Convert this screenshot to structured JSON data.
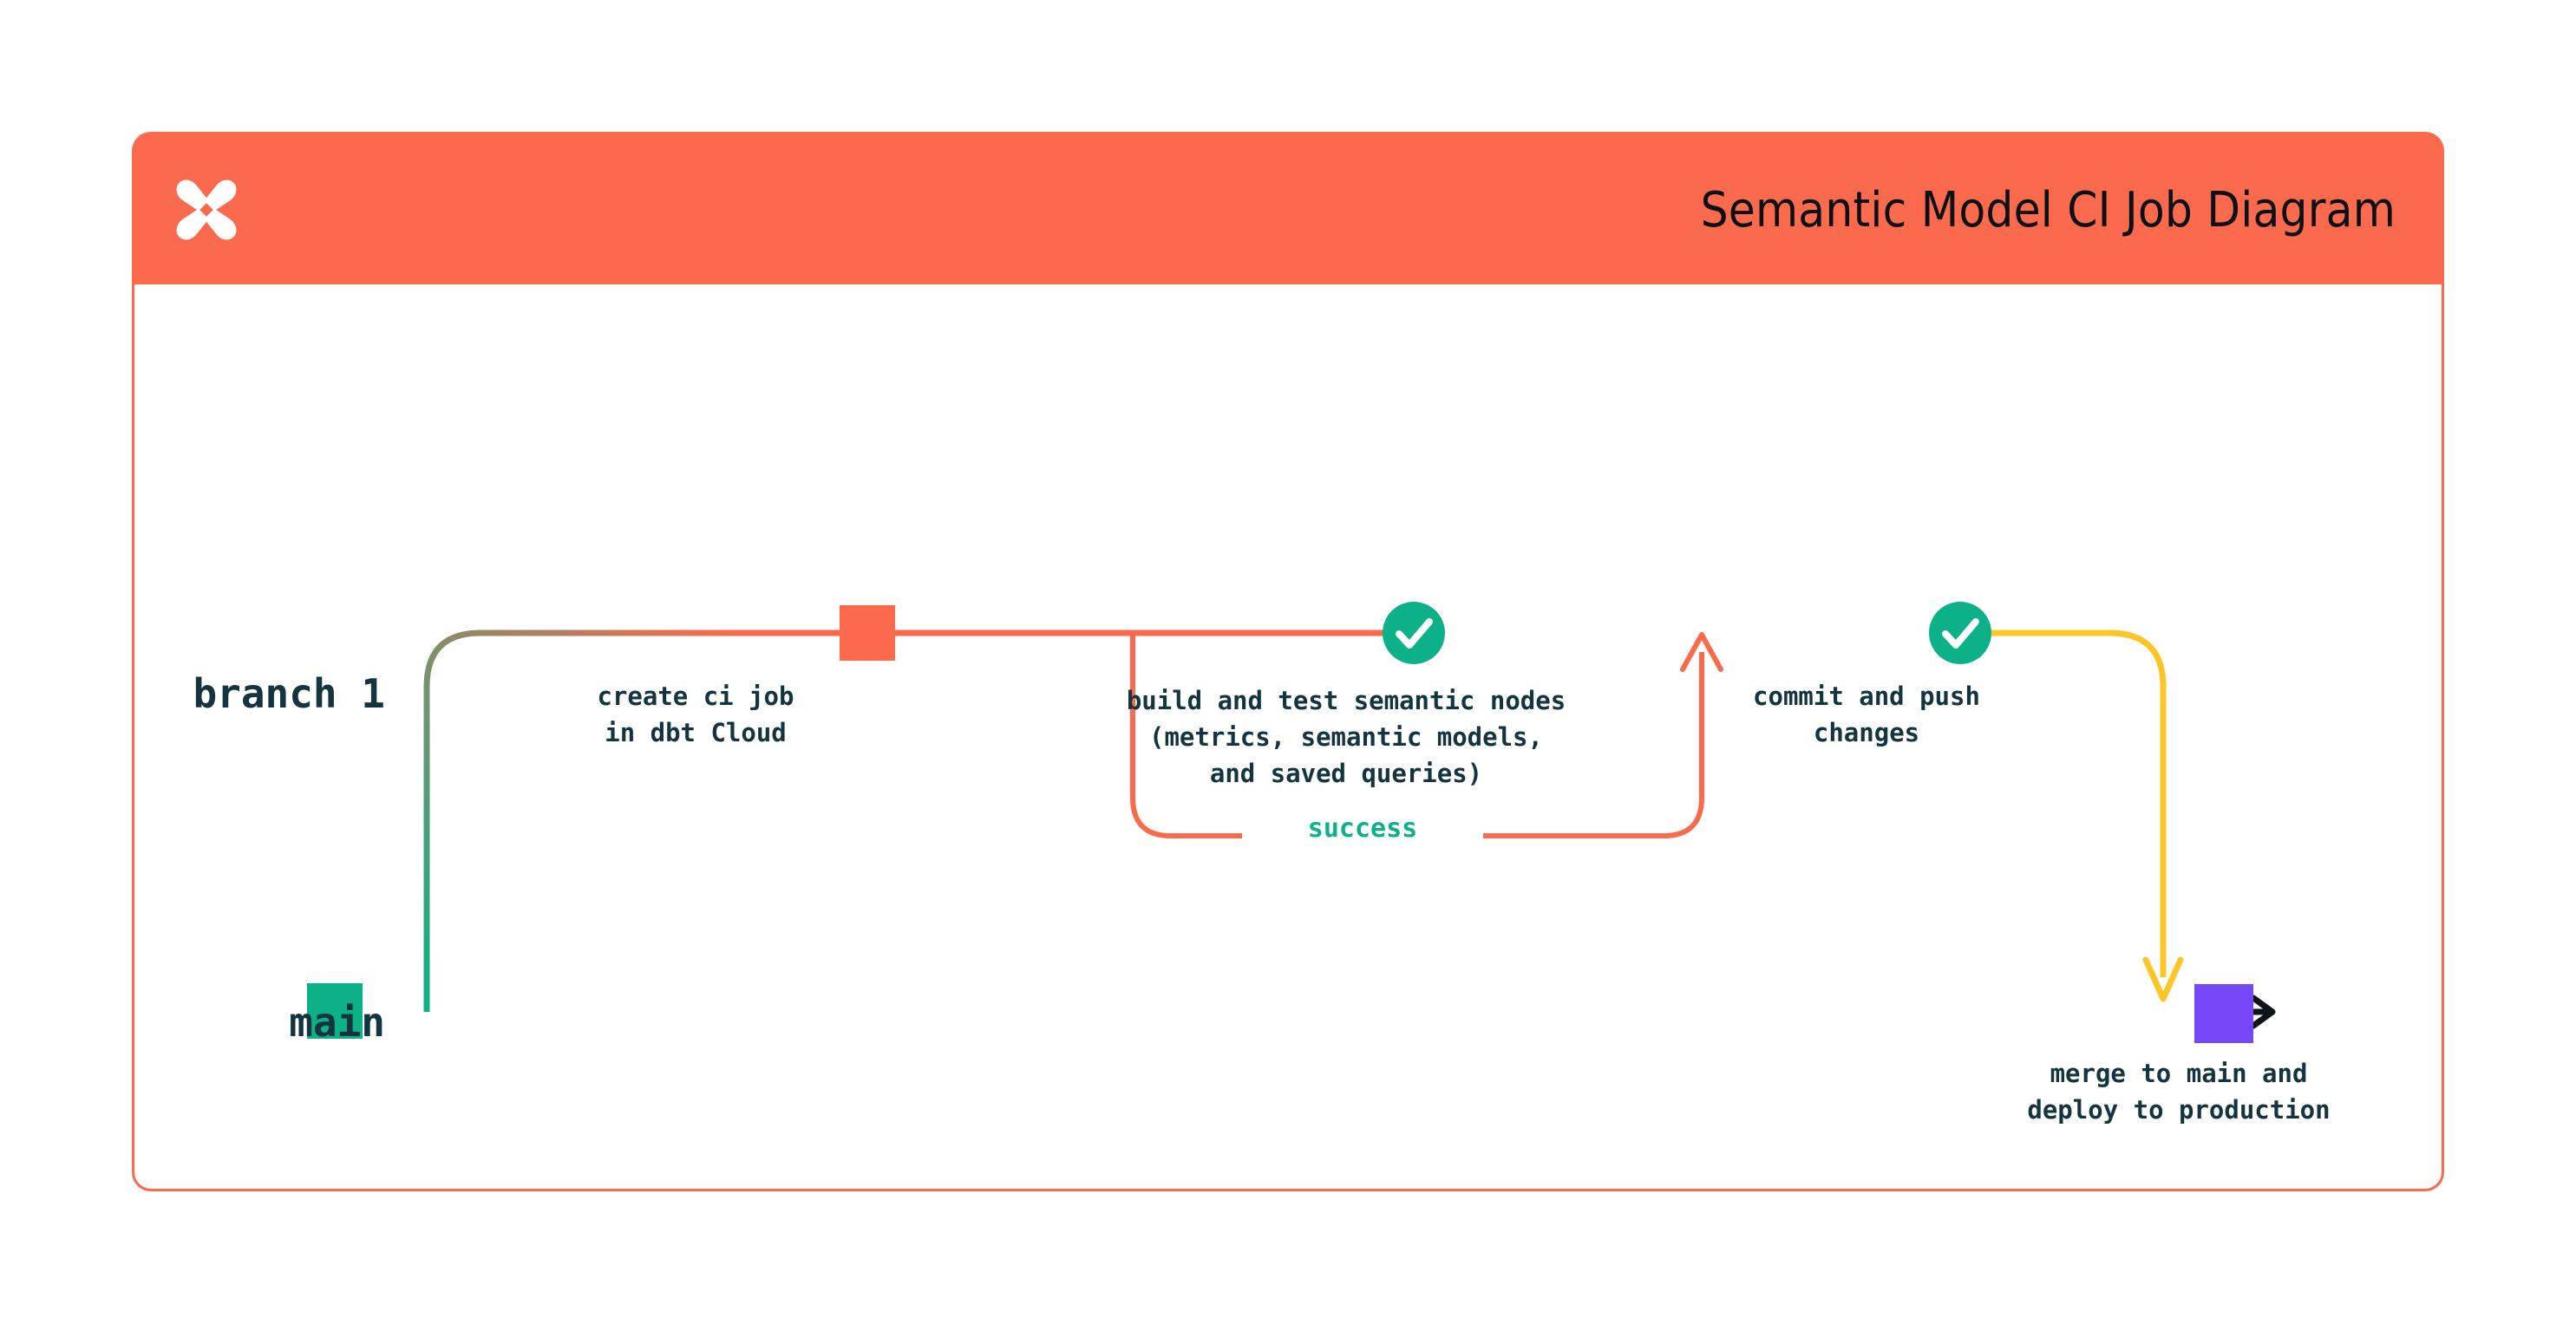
{
  "header": {
    "title": "Semantic Model CI Job Diagram",
    "logo_icon": "dbt-logo-icon",
    "background_color": "#FC6A4D",
    "title_color": "#0d1117"
  },
  "colors": {
    "coral": "#FC6A4D",
    "green": "#0DB187",
    "yellow": "#FFC425",
    "purple": "#7547F7",
    "navy_text": "#14353F",
    "black": "#101418",
    "white": "#FFFFFF"
  },
  "lanes": [
    {
      "id": "branch-1",
      "label": "branch 1"
    },
    {
      "id": "main",
      "label": "main"
    }
  ],
  "nodes": [
    {
      "id": "create-ci-job",
      "lane": "branch-1",
      "shape": "square",
      "color": "#FC6A4D",
      "caption": "create ci job\nin dbt Cloud"
    },
    {
      "id": "build-and-test",
      "lane": "branch-1",
      "shape": "check-circle",
      "color": "#0DB187",
      "icon": "check-icon",
      "caption": "build and test semantic nodes\n(metrics, semantic models,\nand saved queries)"
    },
    {
      "id": "commit-and-push",
      "lane": "branch-1",
      "shape": "check-circle",
      "color": "#0DB187",
      "icon": "check-icon",
      "caption": "commit and push\nchanges"
    },
    {
      "id": "merge-to-main",
      "lane": "main",
      "shape": "square",
      "color": "#7547F7",
      "caption": "merge to main and\ndeploy to production"
    },
    {
      "id": "main-start",
      "lane": "main",
      "shape": "square",
      "color": "#0DB187",
      "caption": ""
    }
  ],
  "edges": {
    "loop_label": "success",
    "loop_label_color": "#0DB187",
    "branch_out": "main -> branch 1",
    "merge_in": "branch 1 -> main",
    "continue_arrow": "main continues"
  }
}
